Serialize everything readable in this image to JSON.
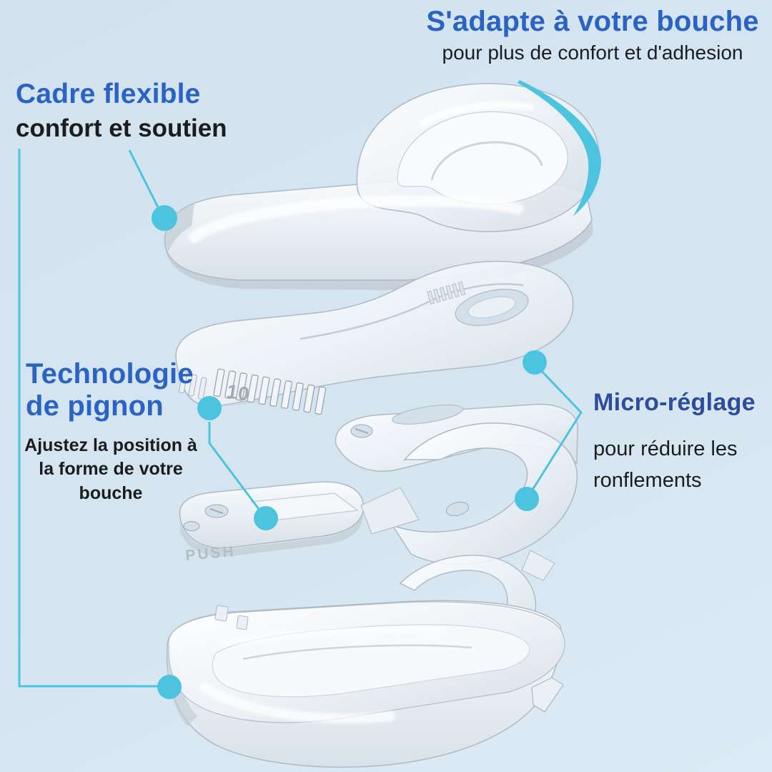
{
  "accent": {
    "teal": "#4cc4df",
    "heading_blue": "#2b63c5",
    "navy": "#2d4d9c",
    "text_dark": "#1b1c1f",
    "bg_top": "#d2e3ef",
    "bg_bottom": "#dcebf5"
  },
  "callouts": {
    "fit": {
      "title": "S'adapte à votre bouche",
      "subtitle": "pour plus de confort et d'adhesion"
    },
    "flexible_frame": {
      "title": "Cadre flexible",
      "subtitle": "confort et soutien"
    },
    "pinion": {
      "title_line1": "Technologie",
      "title_line2": "de pignon",
      "body_lines": [
        "Ajustez la position à",
        "la forme de votre",
        "bouche"
      ]
    },
    "micro_adjust": {
      "title": "Micro-réglage",
      "body_lines": [
        "pour réduire les",
        "ronflements"
      ]
    }
  },
  "product": {
    "embossed_scale_label": "10",
    "embossed_push_label": "PUSH"
  }
}
